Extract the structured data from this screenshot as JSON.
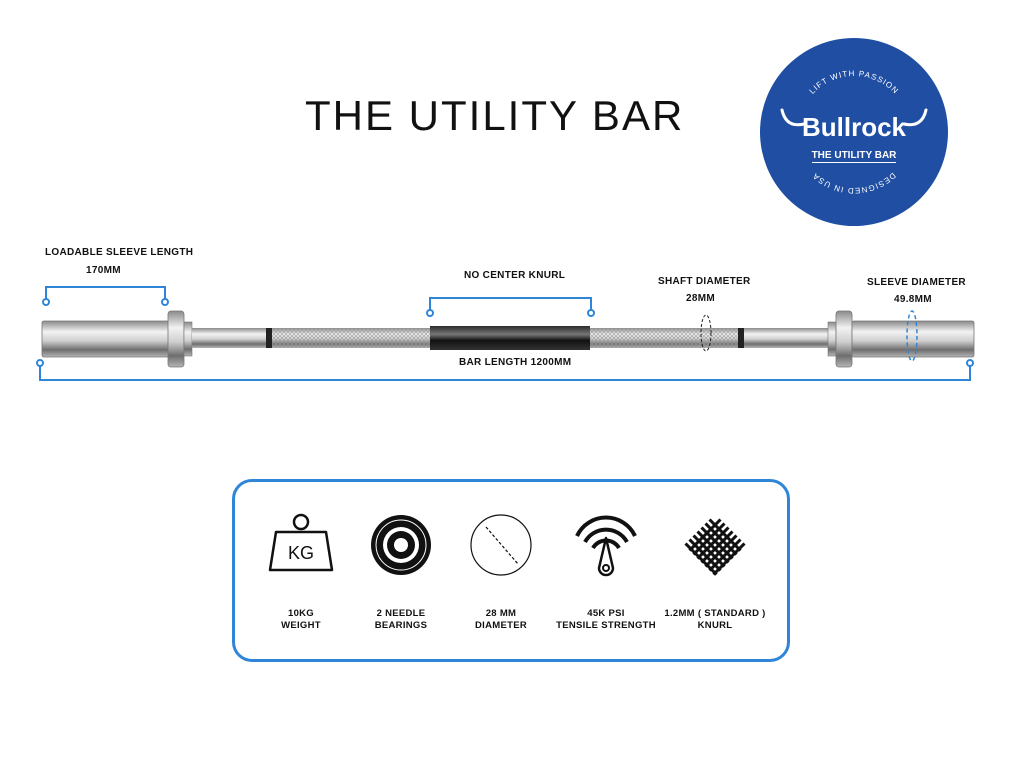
{
  "title": "THE UTILITY BAR",
  "badge": {
    "top_text": "LIFT WITH PASSION",
    "brand": "Bullrock",
    "subtitle": "THE UTILITY BAR",
    "bottom_text": "DESIGNED IN USA",
    "color": "#1f4ea3"
  },
  "dimensions": {
    "sleeve_length_label": "LOADABLE SLEEVE LENGTH",
    "sleeve_length_value": "170MM",
    "center_knurl": "NO CENTER KNURL",
    "shaft_diameter_label": "SHAFT DIAMETER",
    "shaft_diameter_value": "28MM",
    "sleeve_diameter_label": "SLEEVE DIAMETER",
    "sleeve_diameter_value": "49.8MM",
    "bar_length": "BAR LENGTH 1200MM"
  },
  "accent_color": "#2f86d9",
  "specs": [
    {
      "icon": "kg-weight-icon",
      "icon_text": "KG",
      "line1": "10KG",
      "line2": "WEIGHT"
    },
    {
      "icon": "bearing-icon",
      "line1": "2 NEEDLE",
      "line2": "BEARINGS"
    },
    {
      "icon": "diameter-icon",
      "line1": "28 MM",
      "line2": "DIAMETER"
    },
    {
      "icon": "tensile-gauge-icon",
      "line1": "45K PSI",
      "line2": "TENSILE STRENGTH"
    },
    {
      "icon": "knurl-pattern-icon",
      "line1": "1.2MM ( STANDARD )",
      "line2": "KNURL"
    }
  ]
}
